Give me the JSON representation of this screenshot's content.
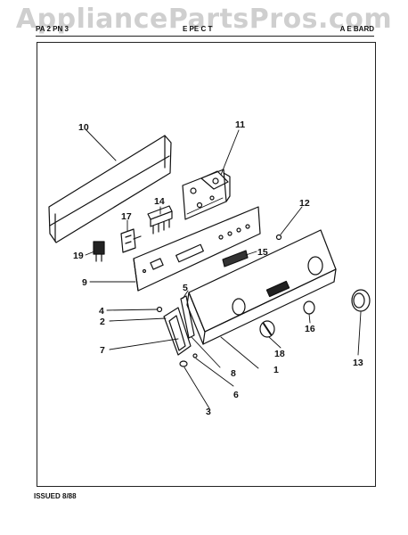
{
  "watermark": "AppliancePartsPros.com",
  "header": {
    "left": "PA 2 PN 3",
    "center": "E PE C T",
    "right": "A E BARD"
  },
  "footer": {
    "issued": "ISSUED 8/88"
  },
  "callouts": [
    {
      "key": "1",
      "label": "1"
    },
    {
      "key": "2",
      "label": "2"
    },
    {
      "key": "3",
      "label": "3"
    },
    {
      "key": "4",
      "label": "4"
    },
    {
      "key": "5",
      "label": "5"
    },
    {
      "key": "6",
      "label": "6"
    },
    {
      "key": "7",
      "label": "7"
    },
    {
      "key": "8",
      "label": "8"
    },
    {
      "key": "9",
      "label": "9"
    },
    {
      "key": "10",
      "label": "10"
    },
    {
      "key": "11",
      "label": "11"
    },
    {
      "key": "12",
      "label": "12"
    },
    {
      "key": "13",
      "label": "13"
    },
    {
      "key": "14",
      "label": "14"
    },
    {
      "key": "15",
      "label": "15"
    },
    {
      "key": "16",
      "label": "16"
    },
    {
      "key": "17",
      "label": "17"
    },
    {
      "key": "18",
      "label": "18"
    },
    {
      "key": "19",
      "label": "19"
    }
  ]
}
